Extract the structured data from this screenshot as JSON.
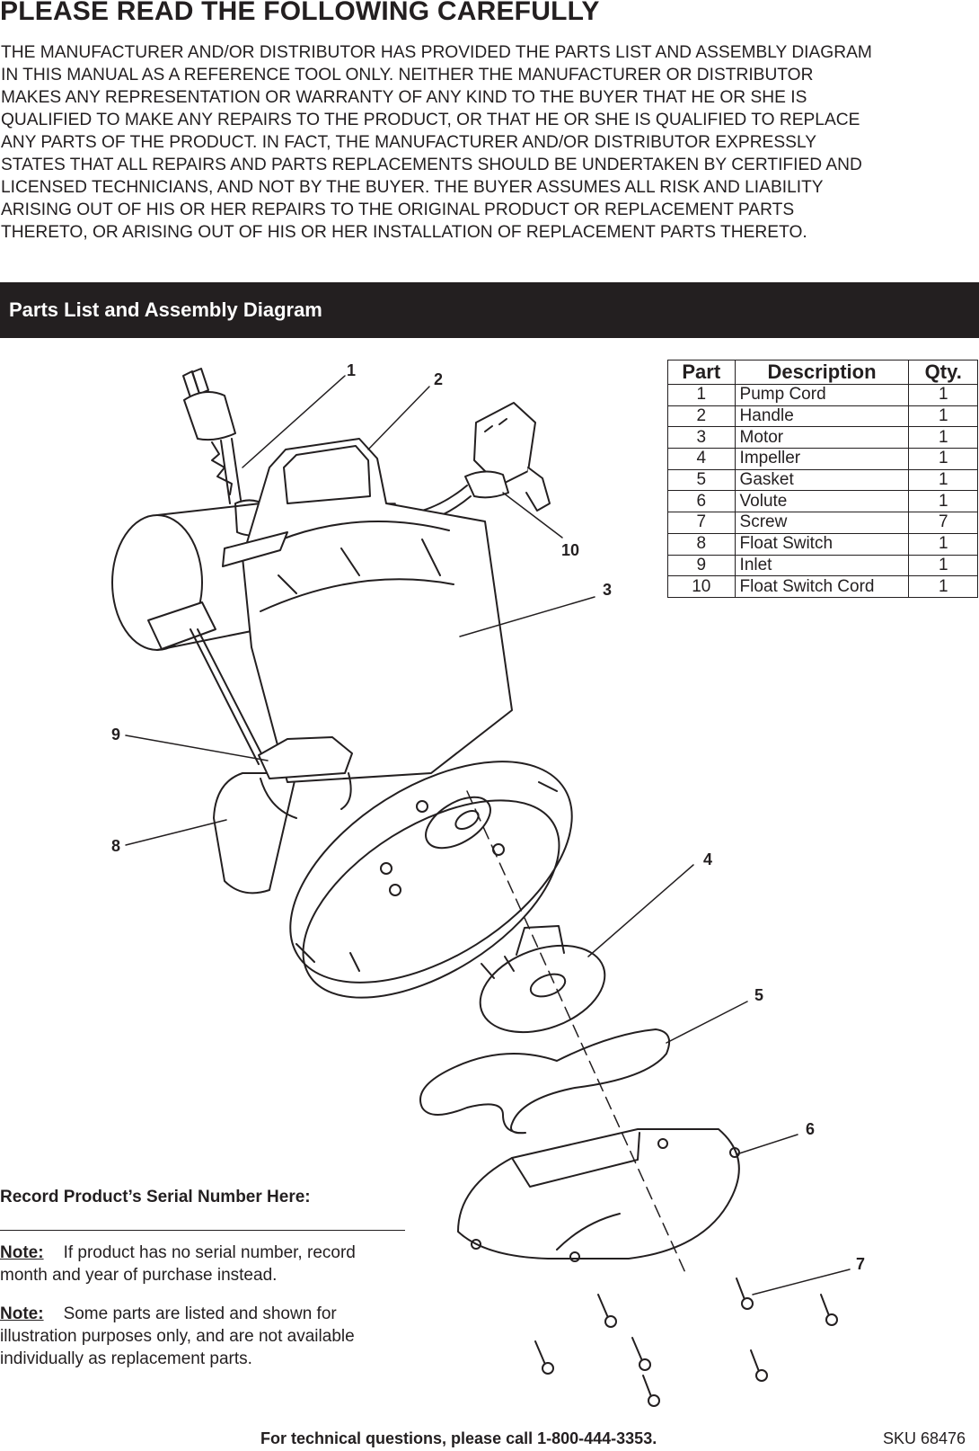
{
  "header": {
    "title": "PLEASE READ THE FOLLOWING CAREFULLY"
  },
  "disclaimer_lines": [
    "THE MANUFACTURER AND/OR DISTRIBUTOR HAS PROVIDED THE PARTS LIST AND ASSEMBLY DIAGRAM",
    "IN THIS MANUAL AS A REFERENCE TOOL ONLY.  NEITHER THE MANUFACTURER OR DISTRIBUTOR",
    "MAKES ANY REPRESENTATION OR WARRANTY OF ANY KIND TO THE BUYER THAT HE OR SHE IS",
    "QUALIFIED TO MAKE ANY REPAIRS TO THE PRODUCT, OR THAT HE OR SHE IS QUALIFIED TO REPLACE",
    "ANY PARTS OF THE PRODUCT.  IN FACT, THE MANUFACTURER AND/OR DISTRIBUTOR EXPRESSLY",
    "STATES THAT ALL REPAIRS AND PARTS REPLACEMENTS SHOULD BE UNDERTAKEN BY CERTIFIED AND",
    "LICENSED TECHNICIANS, AND NOT BY THE BUYER.  THE BUYER ASSUMES ALL RISK AND LIABILITY",
    "ARISING OUT OF HIS OR HER REPAIRS TO THE ORIGINAL PRODUCT OR REPLACEMENT PARTS",
    "THERETO, OR ARISING OUT OF HIS OR HER INSTALLATION OF REPLACEMENT PARTS THERETO."
  ],
  "section": {
    "title": "Parts List and Assembly Diagram"
  },
  "parts_table": {
    "headers": [
      "Part",
      "Description",
      "Qty."
    ],
    "rows": [
      [
        "1",
        "Pump Cord",
        "1"
      ],
      [
        "2",
        "Handle",
        "1"
      ],
      [
        "3",
        "Motor",
        "1"
      ],
      [
        "4",
        "Impeller",
        "1"
      ],
      [
        "5",
        "Gasket",
        "1"
      ],
      [
        "6",
        "Volute",
        "1"
      ],
      [
        "7",
        "Screw",
        "7"
      ],
      [
        "8",
        "Float Switch",
        "1"
      ],
      [
        "9",
        "Inlet",
        "1"
      ],
      [
        "10",
        "Float Switch Cord",
        "1"
      ]
    ]
  },
  "callouts": [
    "1",
    "2",
    "3",
    "4",
    "5",
    "6",
    "7",
    "8",
    "9",
    "10"
  ],
  "serial": {
    "label": "Record Product’s Serial Number Here:"
  },
  "notes": [
    {
      "label": "Note:",
      "text": "If product has no serial number, record month and year of purchase instead."
    },
    {
      "label": "Note:",
      "text": "Some parts are listed and shown for illustration purposes only, and are not available individually as replacement parts."
    }
  ],
  "footer": {
    "phone_text": "For technical questions, please call 1-800-444-3353.",
    "sku": "SKU 68476"
  }
}
